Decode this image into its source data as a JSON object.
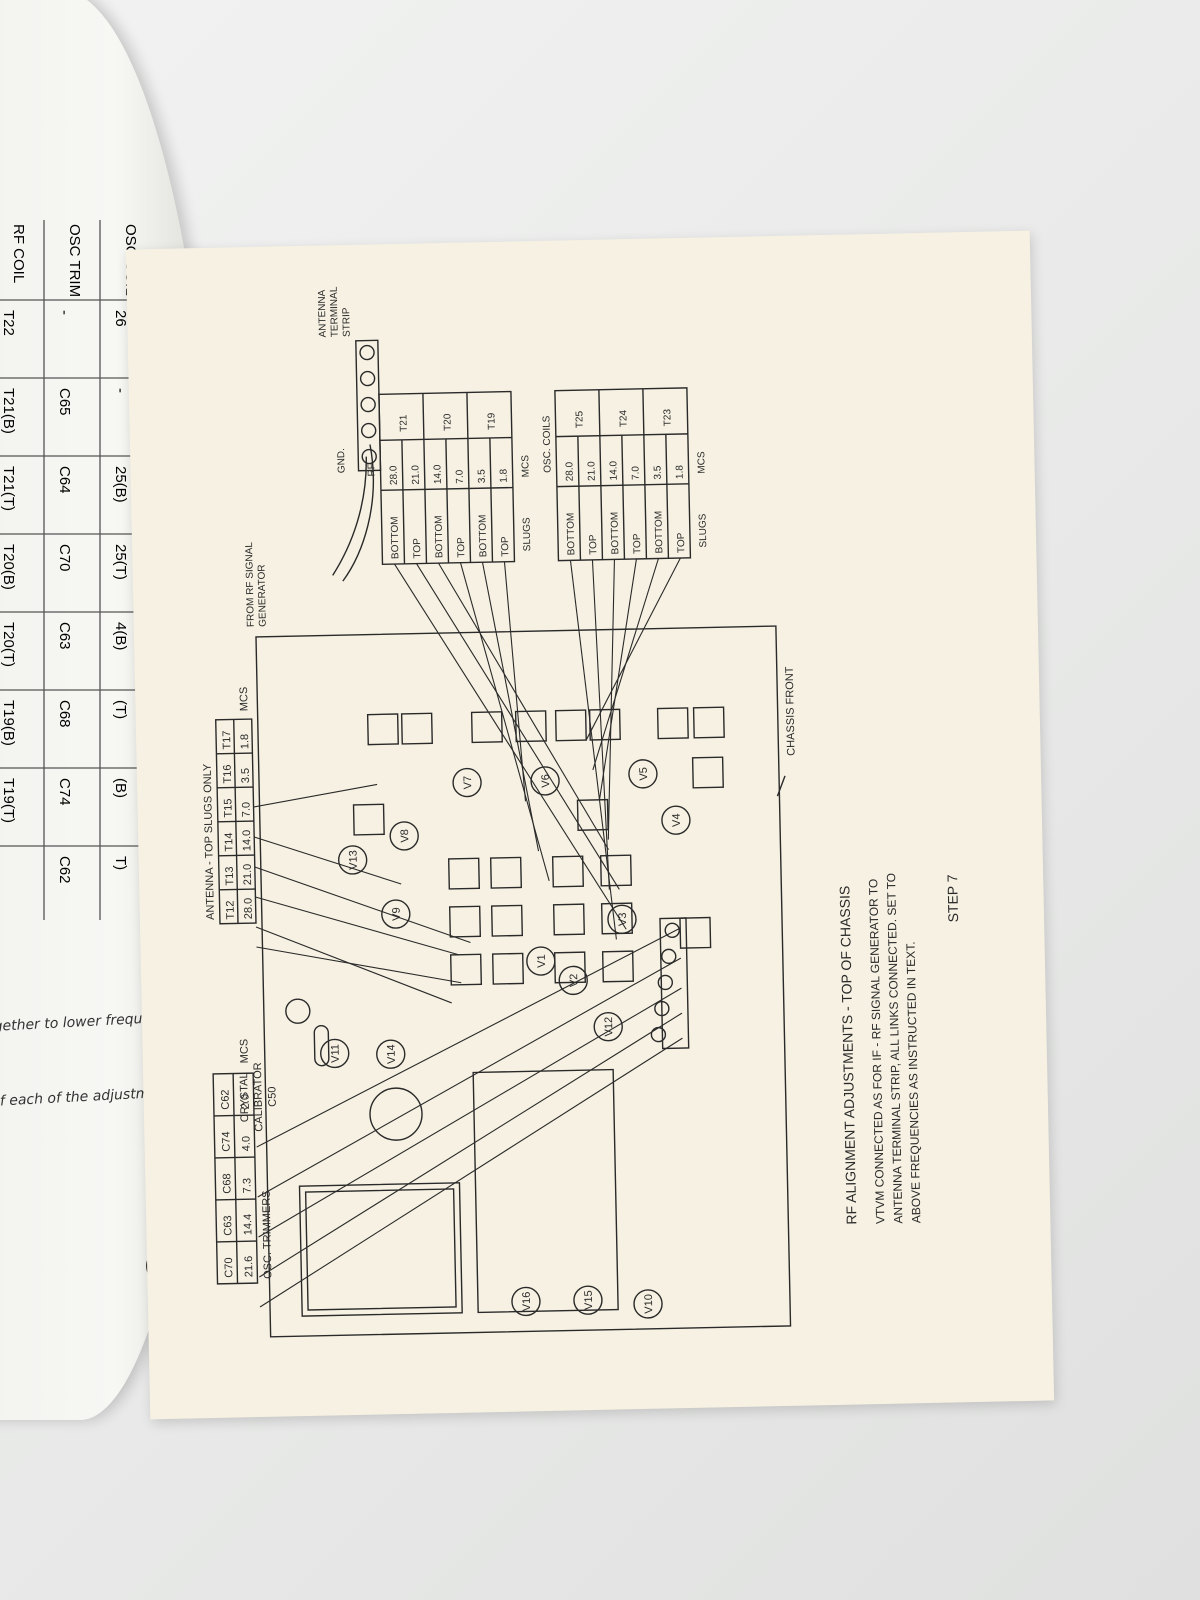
{
  "left_page": {
    "table_title": "RECEIVER ADJUSTMENTS",
    "headers": [
      "OSC COIL",
      "OSC TRIM",
      "RF COIL"
    ],
    "rows": [
      [
        "26",
        "-",
        "T22"
      ],
      [
        "-",
        "C65",
        "T21(B)"
      ],
      [
        "25(B)",
        "C64",
        "T21(T)"
      ],
      [
        "25(T)",
        "C70",
        "T20(B)"
      ],
      [
        "4(B)",
        "C63",
        "T20(T)"
      ],
      [
        "(T)",
        "C68",
        "T19(B)"
      ],
      [
        "(B)",
        "C74",
        "T19(T)"
      ],
      [
        "T)",
        "C62",
        ""
      ]
    ],
    "snippet_1": "ils together to lower frequency",
    "snippet_2": "tion of each of the adjustment"
  },
  "diagram": {
    "antenna_table": {
      "title": "ANTENNA - TOP SLUGS ONLY",
      "headers": [
        "T12",
        "T13",
        "T14",
        "T15",
        "T16",
        "T17"
      ],
      "values": [
        "28.0",
        "21.0",
        "14.0",
        "7.0",
        "3.5",
        "1.8"
      ],
      "unit": "MCS"
    },
    "crystal_label": [
      "CRYSTAL",
      "CALIBRATOR",
      "C50"
    ],
    "osc_trimmers_table": {
      "title": "OSC. TRIMMERS",
      "headers": [
        "C70",
        "C63",
        "C68",
        "C74",
        "C62"
      ],
      "values": [
        "21.6",
        "14.4",
        "7.3",
        "4.0",
        "2.0"
      ],
      "unit": "MCS"
    },
    "rf_table": {
      "title": "RF",
      "rows": [
        [
          "BOTTOM",
          "28.0",
          "T21"
        ],
        [
          "TOP",
          "21.0",
          ""
        ],
        [
          "BOTTOM",
          "14.0",
          "T20"
        ],
        [
          "TOP",
          "7.0",
          ""
        ],
        [
          "BOTTOM",
          "3.5",
          "T19"
        ],
        [
          "TOP",
          "1.8",
          ""
        ]
      ],
      "footer": [
        "SLUGS",
        "MCS"
      ]
    },
    "osc_coils_table": {
      "title": "OSC. COILS",
      "rows": [
        [
          "BOTTOM",
          "28.0",
          "T25"
        ],
        [
          "TOP",
          "21.0",
          ""
        ],
        [
          "BOTTOM",
          "14.0",
          "T24"
        ],
        [
          "TOP",
          "7.0",
          ""
        ],
        [
          "BOTTOM",
          "3.5",
          "T23"
        ],
        [
          "TOP",
          "1.8",
          ""
        ]
      ],
      "footer": [
        "SLUGS",
        "MCS"
      ]
    },
    "rf_signal_label": [
      "FROM RF SIGNAL",
      "GENERATOR"
    ],
    "gnd_label": "GND.",
    "antenna_strip_label": [
      "ANTENNA",
      "TERMINAL",
      "STRIP"
    ],
    "chassis_front_label": "CHASSIS FRONT",
    "tubes": [
      "V11",
      "V14",
      "V16",
      "V15",
      "V10",
      "V12",
      "V2",
      "V1",
      "V9",
      "V13",
      "V8",
      "V7",
      "V6",
      "V3",
      "V4",
      "V5"
    ],
    "caption_title": "RF ALIGNMENT ADJUSTMENTS - TOP OF CHASSIS",
    "caption_lines": [
      "VTVM  CONNECTED  AS  FOR  IF -  RF  SIGNAL  GENERATOR  TO",
      "ANTENNA  TERMINAL  STRIP, ALL  LINKS  CONNECTED. SET  TO",
      "ABOVE  FREQUENCIES  AS  INSTRUCTED  IN  TEXT."
    ],
    "step": "STEP 7"
  }
}
